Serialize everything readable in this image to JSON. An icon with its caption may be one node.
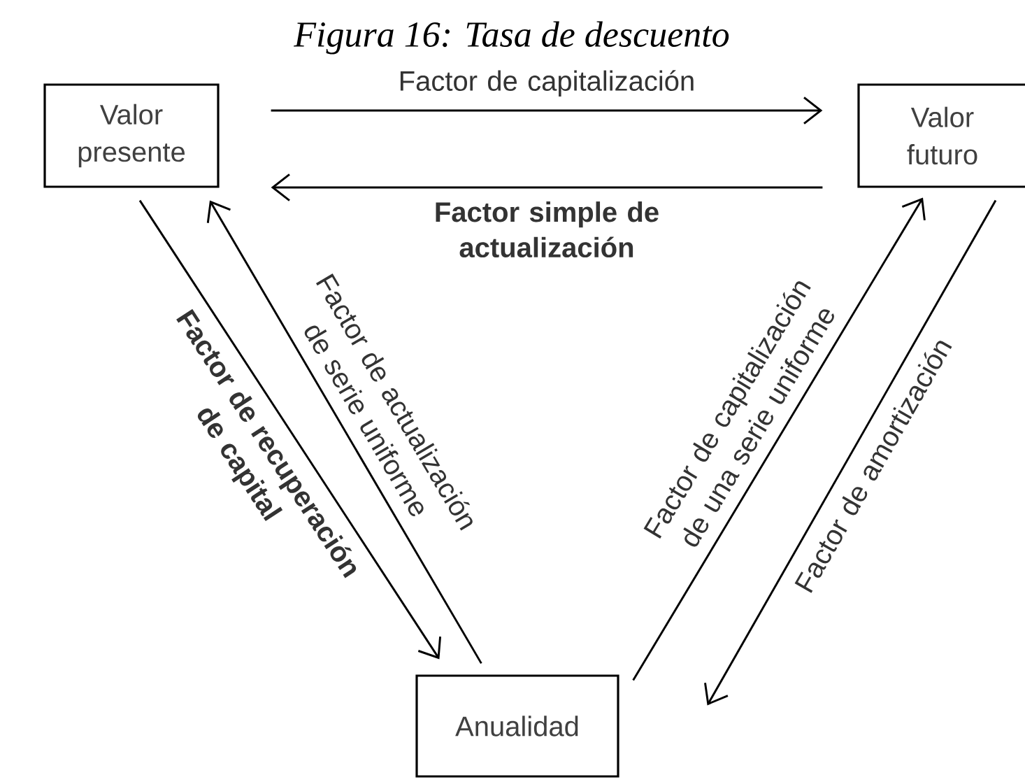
{
  "diagram": {
    "title": "Figura 16: Tasa de descuento",
    "nodes": [
      {
        "text": [
          "Valor presente"
        ]
      },
      {
        "text": [
          "Valor futuro"
        ]
      },
      {
        "text": [
          "Anualidad"
        ]
      }
    ],
    "edges": [
      {
        "from": 0,
        "to": 1,
        "arrow": "to",
        "label": "Factor de capitalización"
      },
      {
        "from": 1,
        "to": 0,
        "arrow": "to",
        "label": "Factor simple de actualización"
      },
      {
        "from": 0,
        "to": 2,
        "arrow": "to",
        "label": "Factor de recuperación de capital"
      },
      {
        "from": 2,
        "to": 0,
        "arrow": "to",
        "label": "Factor de actualización de serie uniforme"
      },
      {
        "from": 2,
        "to": 1,
        "arrow": "to",
        "label": "Factor de capitalización de una serie uniforme"
      },
      {
        "from": 1,
        "to": 2,
        "arrow": "to",
        "label": "Factor de amortización"
      }
    ]
  }
}
